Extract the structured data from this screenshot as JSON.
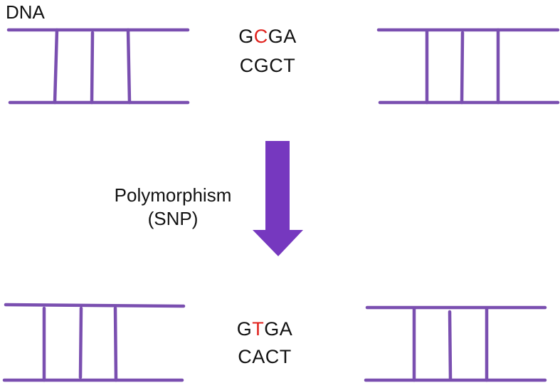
{
  "title_label": "DNA",
  "colors": {
    "strand": "#7a4fb0",
    "arrow": "#7638bf",
    "mutation": "#e0201b",
    "text": "#111111"
  },
  "top_sequence": {
    "strand1": {
      "pre": "G",
      "mut": "C",
      "post": "GA"
    },
    "strand2": "CGCT"
  },
  "bottom_sequence": {
    "strand1": {
      "pre": "G",
      "mut": "T",
      "post": "GA"
    },
    "strand2": "CACT"
  },
  "arrow_label": {
    "line1": "Polymorphism",
    "line2": "(SNP)"
  }
}
